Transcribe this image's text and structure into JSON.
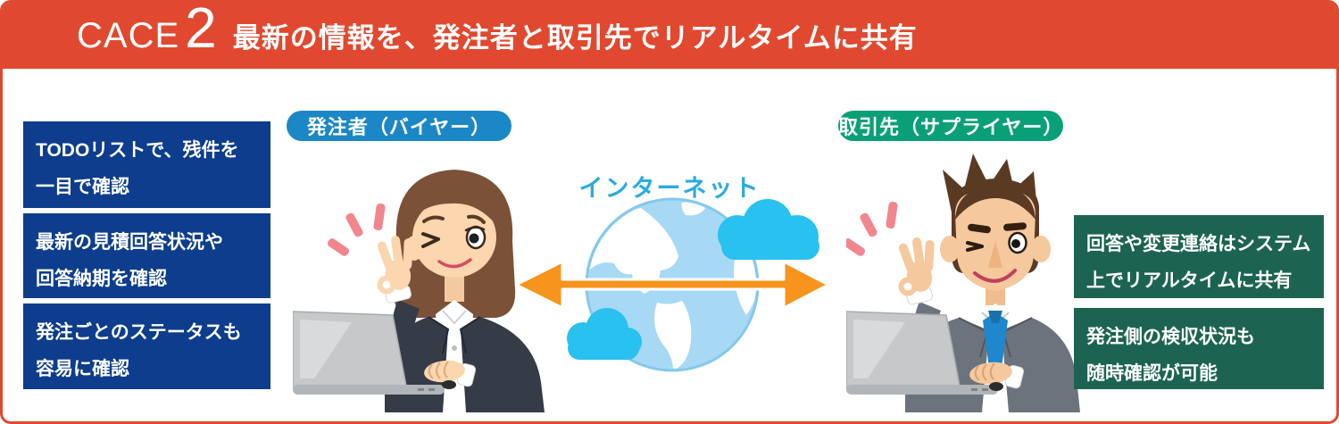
{
  "header": {
    "case_label": "CACE",
    "case_number": "2",
    "title": "最新の情報を、発注者と取引先でリアルタイムに共有"
  },
  "buyer": {
    "label": "発注者（バイヤー）",
    "notes": [
      {
        "line1": "TODOリストで、残件を",
        "line2": "一目で確認"
      },
      {
        "line1": "最新の見積回答状況や",
        "line2": "回答納期を確認"
      },
      {
        "line1": "発注ごとのステータスも",
        "line2": "容易に確認"
      }
    ]
  },
  "supplier": {
    "label": "取引先（サプライヤー）",
    "notes": [
      {
        "line1": "回答や変更連絡はシステム",
        "line2": "上でリアルタイムに共有"
      },
      {
        "line1": "発注側の検収状況も",
        "line2": "随時確認が可能"
      }
    ]
  },
  "network": {
    "label": "インターネット"
  },
  "colors": {
    "header_red": "#e0492f",
    "note_blue": "#0d3d8c",
    "buyer_blue": "#1b87c6",
    "supplier_green": "#0aa077",
    "note_green": "#1c6451",
    "internet_blue": "#29abe2",
    "arrow_orange": "#f7941d",
    "globe_blue": "#a7d9f4",
    "cloud_cyan": "#29c1ef",
    "emphasis_pink": "#f2868f"
  }
}
